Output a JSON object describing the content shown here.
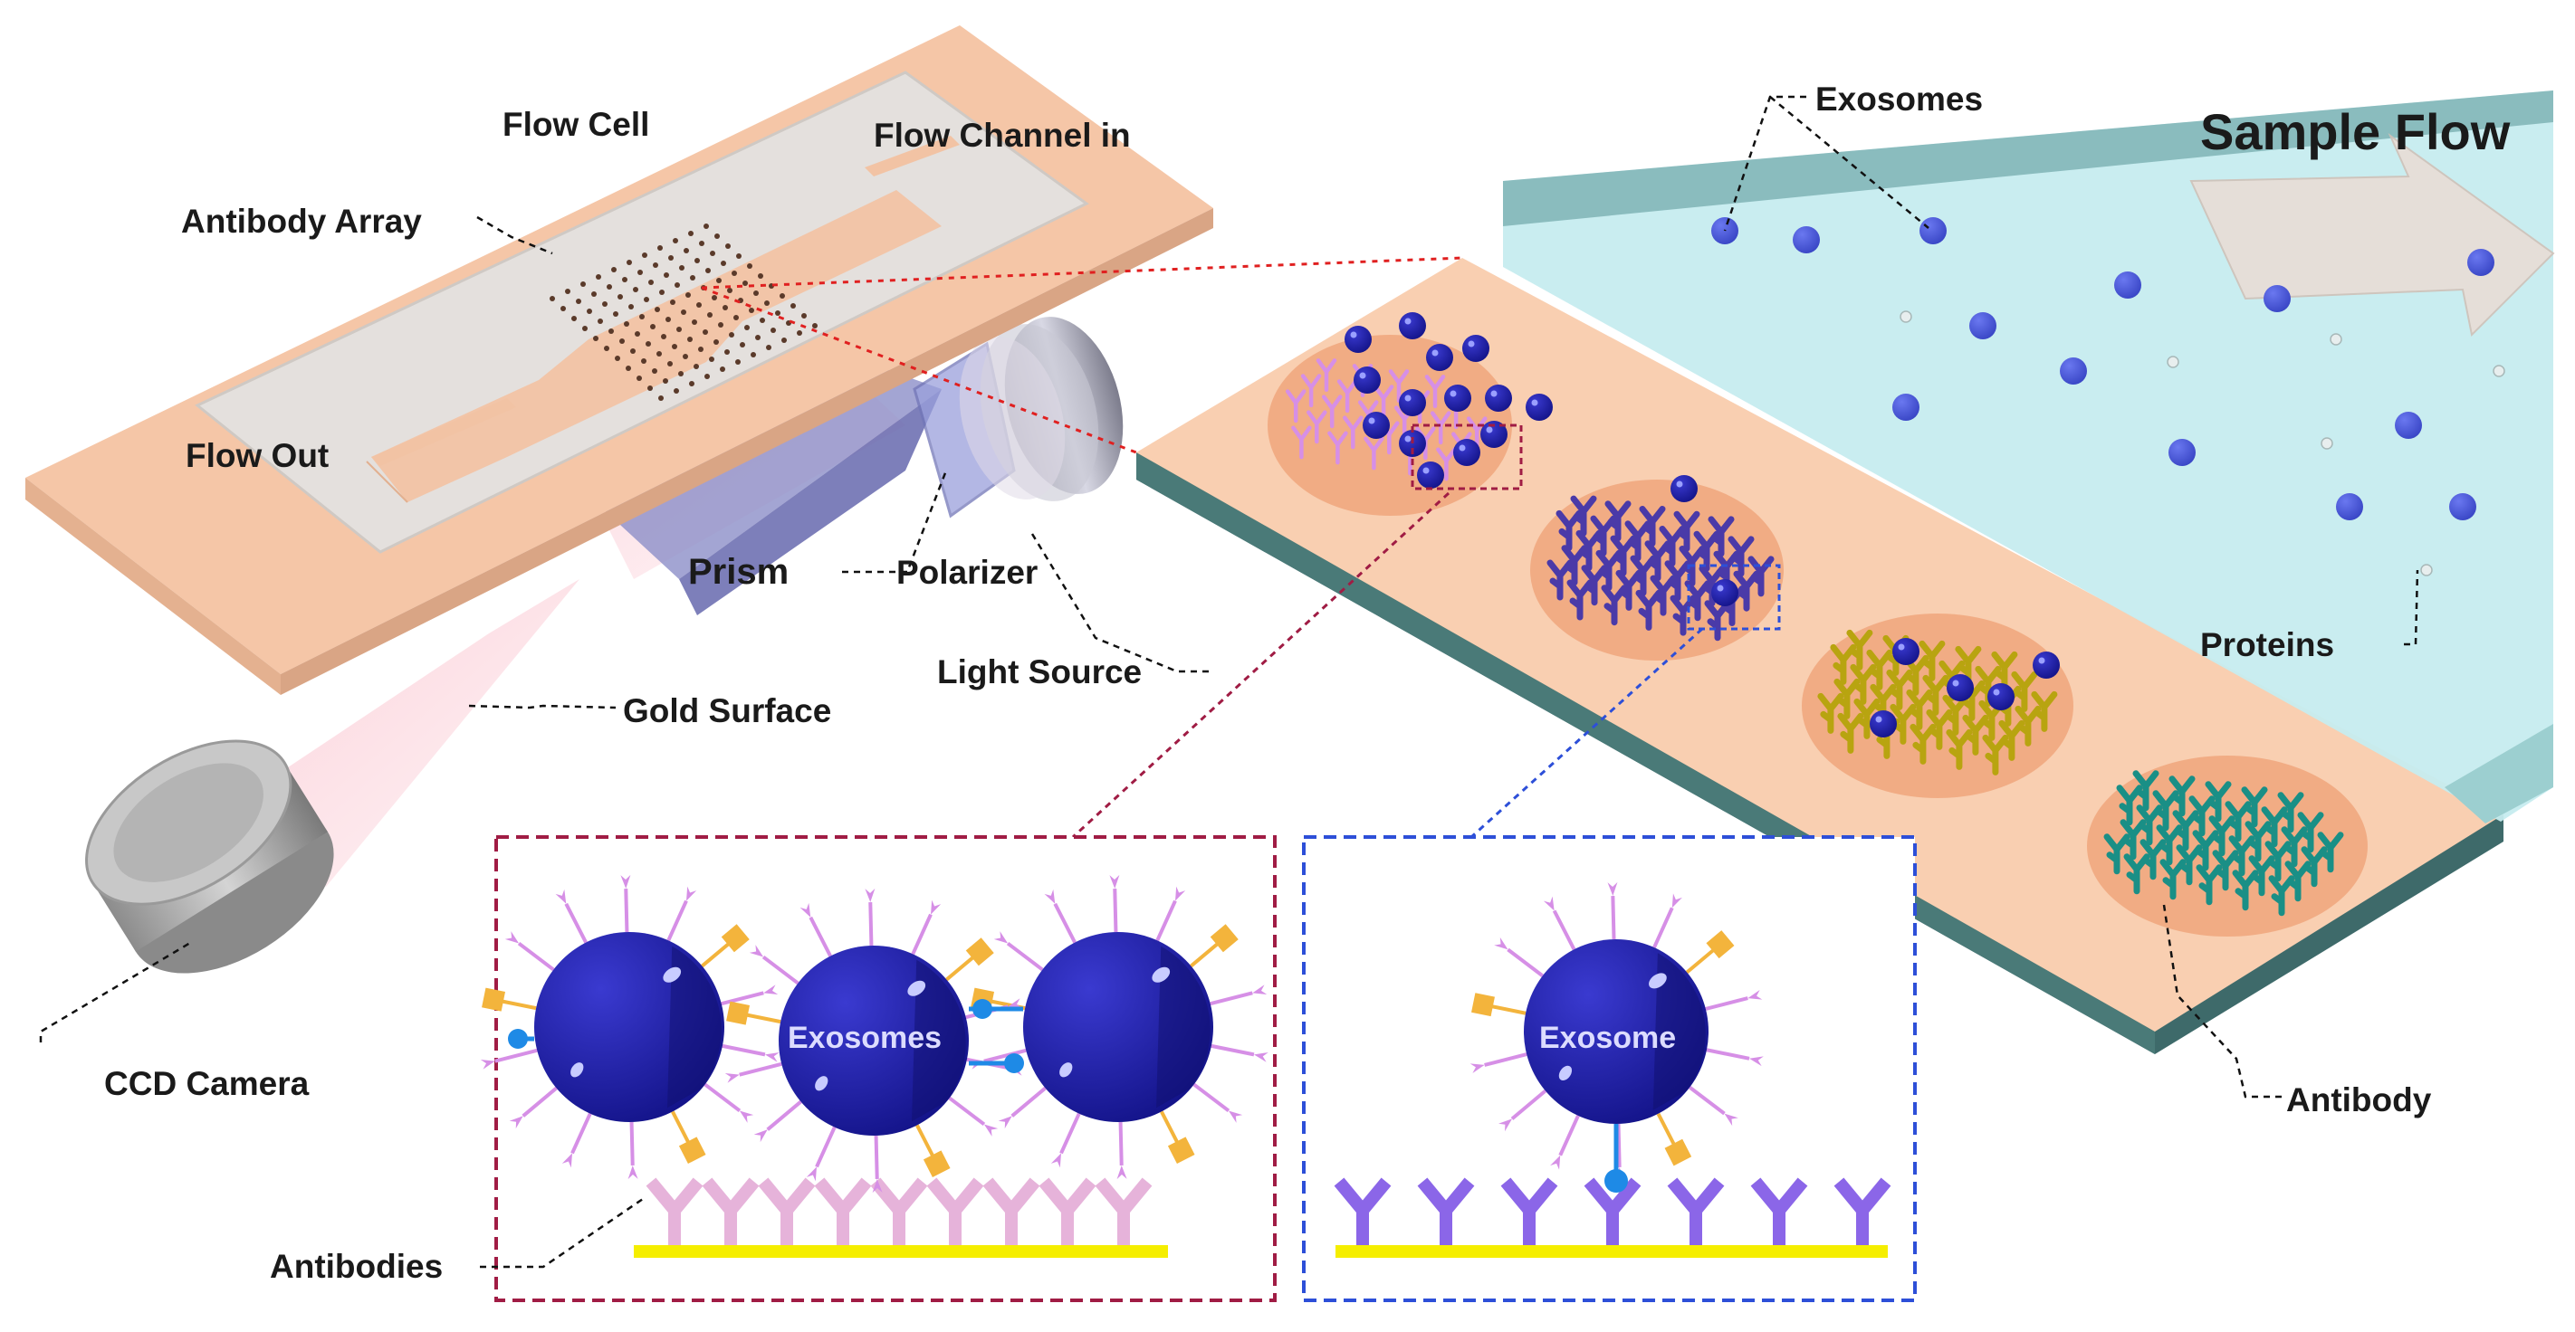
{
  "labels": {
    "flow_cell": "Flow Cell",
    "flow_channel_in": "Flow Channel in",
    "antibody_array": "Antibody Array",
    "flow_out": "Flow Out",
    "prism": "Prism",
    "polarizer": "Polarizer",
    "light_source": "Light Source",
    "gold_surface": "Gold Surface",
    "ccd_camera": "CCD Camera",
    "exosomes_top": "Exosomes",
    "sample_flow": "Sample Flow",
    "proteins": "Proteins",
    "antibody": "Antibody",
    "antibodies": "Antibodies",
    "exosomes_inset": "Exosomes",
    "exosome_inset": "Exosome"
  },
  "colors": {
    "chip_top": "#f6c9a9",
    "chip_side": "#e9b898",
    "glass": "#e2dfdc",
    "fluid": "#c6ecef",
    "exosome": "#1f1fa8",
    "gold": "#f5ee00",
    "spot_purple": "#d68fe6",
    "spot_navy": "#4a3aa8",
    "spot_yellow": "#b8a410",
    "spot_teal": "#1a8f86",
    "frame_red": "#a01c44",
    "frame_blue": "#2d4fd8"
  }
}
